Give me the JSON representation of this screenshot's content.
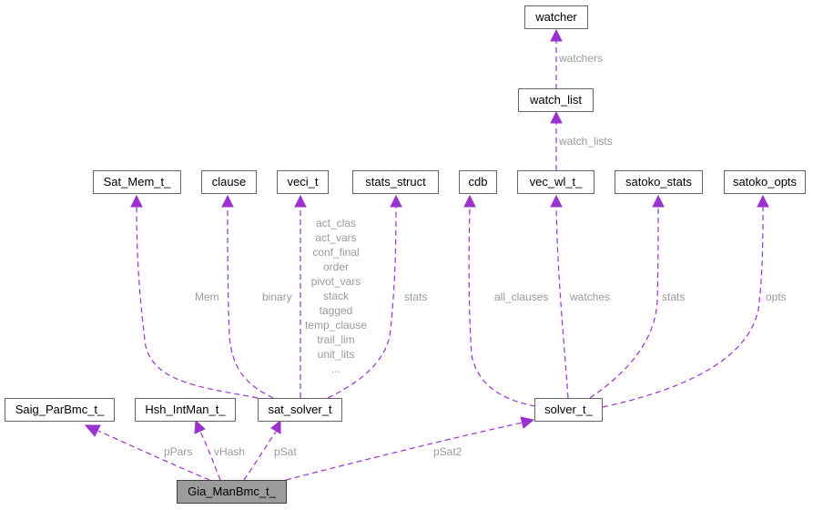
{
  "nodes": {
    "watcher": "watcher",
    "watch_list": "watch_list",
    "sat_mem": "Sat_Mem_t_",
    "clause": "clause",
    "veci": "veci_t",
    "stats_struct": "stats_struct",
    "cdb": "cdb",
    "vec_wl": "vec_wl_t_",
    "satoko_stats": "satoko_stats",
    "satoko_opts": "satoko_opts",
    "saig": "Saig_ParBmc_t_",
    "hsh": "Hsh_IntMan_t_",
    "sat_solver": "sat_solver_t",
    "solver": "solver_t_",
    "gia": "Gia_ManBmc_t_"
  },
  "edge_labels": {
    "watchers": "watchers",
    "watch_lists": "watch_lists",
    "mem": "Mem",
    "binary": "binary",
    "veci_fields": [
      "act_clas",
      "act_vars",
      "conf_final",
      "order",
      "pivot_vars",
      "stack",
      "tagged",
      "temp_clause",
      "trail_lim",
      "unit_lits",
      "..."
    ],
    "stats_sat": "stats",
    "all_clauses": "all_clauses",
    "watches": "watches",
    "stats_solver": "stats",
    "opts": "opts",
    "ppars": "pPars",
    "vhash": "vHash",
    "psat": "pSat",
    "psat2": "pSat2"
  },
  "colors": {
    "edge": "#9a32cd",
    "label": "#9a9a9a",
    "root_fill": "#9b9b9b"
  }
}
